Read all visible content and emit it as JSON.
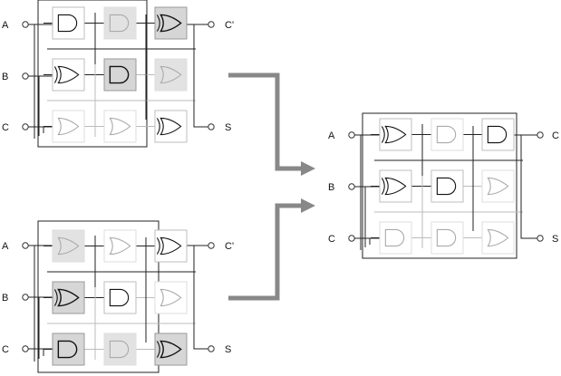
{
  "panels": [
    {
      "inputs": [
        "A",
        "B",
        "C"
      ],
      "outputs": [
        "C'",
        "S"
      ],
      "cells": [
        [
          {
            "gate": "and",
            "style": "normal"
          },
          {
            "gate": "and",
            "style": "faded"
          },
          {
            "gate": "xor",
            "style": "active"
          }
        ],
        [
          {
            "gate": "xor",
            "style": "normal"
          },
          {
            "gate": "and",
            "style": "active"
          },
          {
            "gate": "or",
            "style": "faded"
          }
        ],
        [
          {
            "gate": "or",
            "style": "light"
          },
          {
            "gate": "or",
            "style": "light"
          },
          {
            "gate": "xor",
            "style": "normal"
          }
        ]
      ]
    },
    {
      "inputs": [
        "A",
        "B",
        "C"
      ],
      "outputs": [
        "C'",
        "S"
      ],
      "cells": [
        [
          {
            "gate": "or",
            "style": "faded"
          },
          {
            "gate": "or",
            "style": "light"
          },
          {
            "gate": "xor",
            "style": "normal"
          }
        ],
        [
          {
            "gate": "xor",
            "style": "active"
          },
          {
            "gate": "and",
            "style": "normal"
          },
          {
            "gate": "or",
            "style": "light"
          }
        ],
        [
          {
            "gate": "and",
            "style": "active"
          },
          {
            "gate": "and",
            "style": "faded"
          },
          {
            "gate": "xor",
            "style": "active"
          }
        ]
      ]
    },
    {
      "inputs": [
        "A",
        "B",
        "C"
      ],
      "outputs": [
        "C",
        "S"
      ],
      "cells": [
        [
          {
            "gate": "xor",
            "style": "normal"
          },
          {
            "gate": "and",
            "style": "light"
          },
          {
            "gate": "and",
            "style": "normal"
          }
        ],
        [
          {
            "gate": "xor",
            "style": "normal"
          },
          {
            "gate": "and",
            "style": "normal"
          },
          {
            "gate": "or",
            "style": "light"
          }
        ],
        [
          {
            "gate": "and",
            "style": "light"
          },
          {
            "gate": "and",
            "style": "light"
          },
          {
            "gate": "or",
            "style": "light"
          }
        ]
      ]
    }
  ],
  "colors": {
    "wire": "#222222",
    "wire_light": "#bbbbbb",
    "arrow": "#888888",
    "cell_active": "#d6d6d6",
    "cell_faded": "#e2e2e2",
    "cell_border": "#bdbdbd",
    "cell_border_light": "#dddddd",
    "gate_dark": "#111111",
    "gate_faded": "#aaaaaa"
  },
  "icons": [
    "and-gate-icon",
    "or-gate-icon",
    "xor-gate-icon",
    "input-terminal-icon",
    "output-terminal-icon",
    "right-arrow-icon"
  ]
}
